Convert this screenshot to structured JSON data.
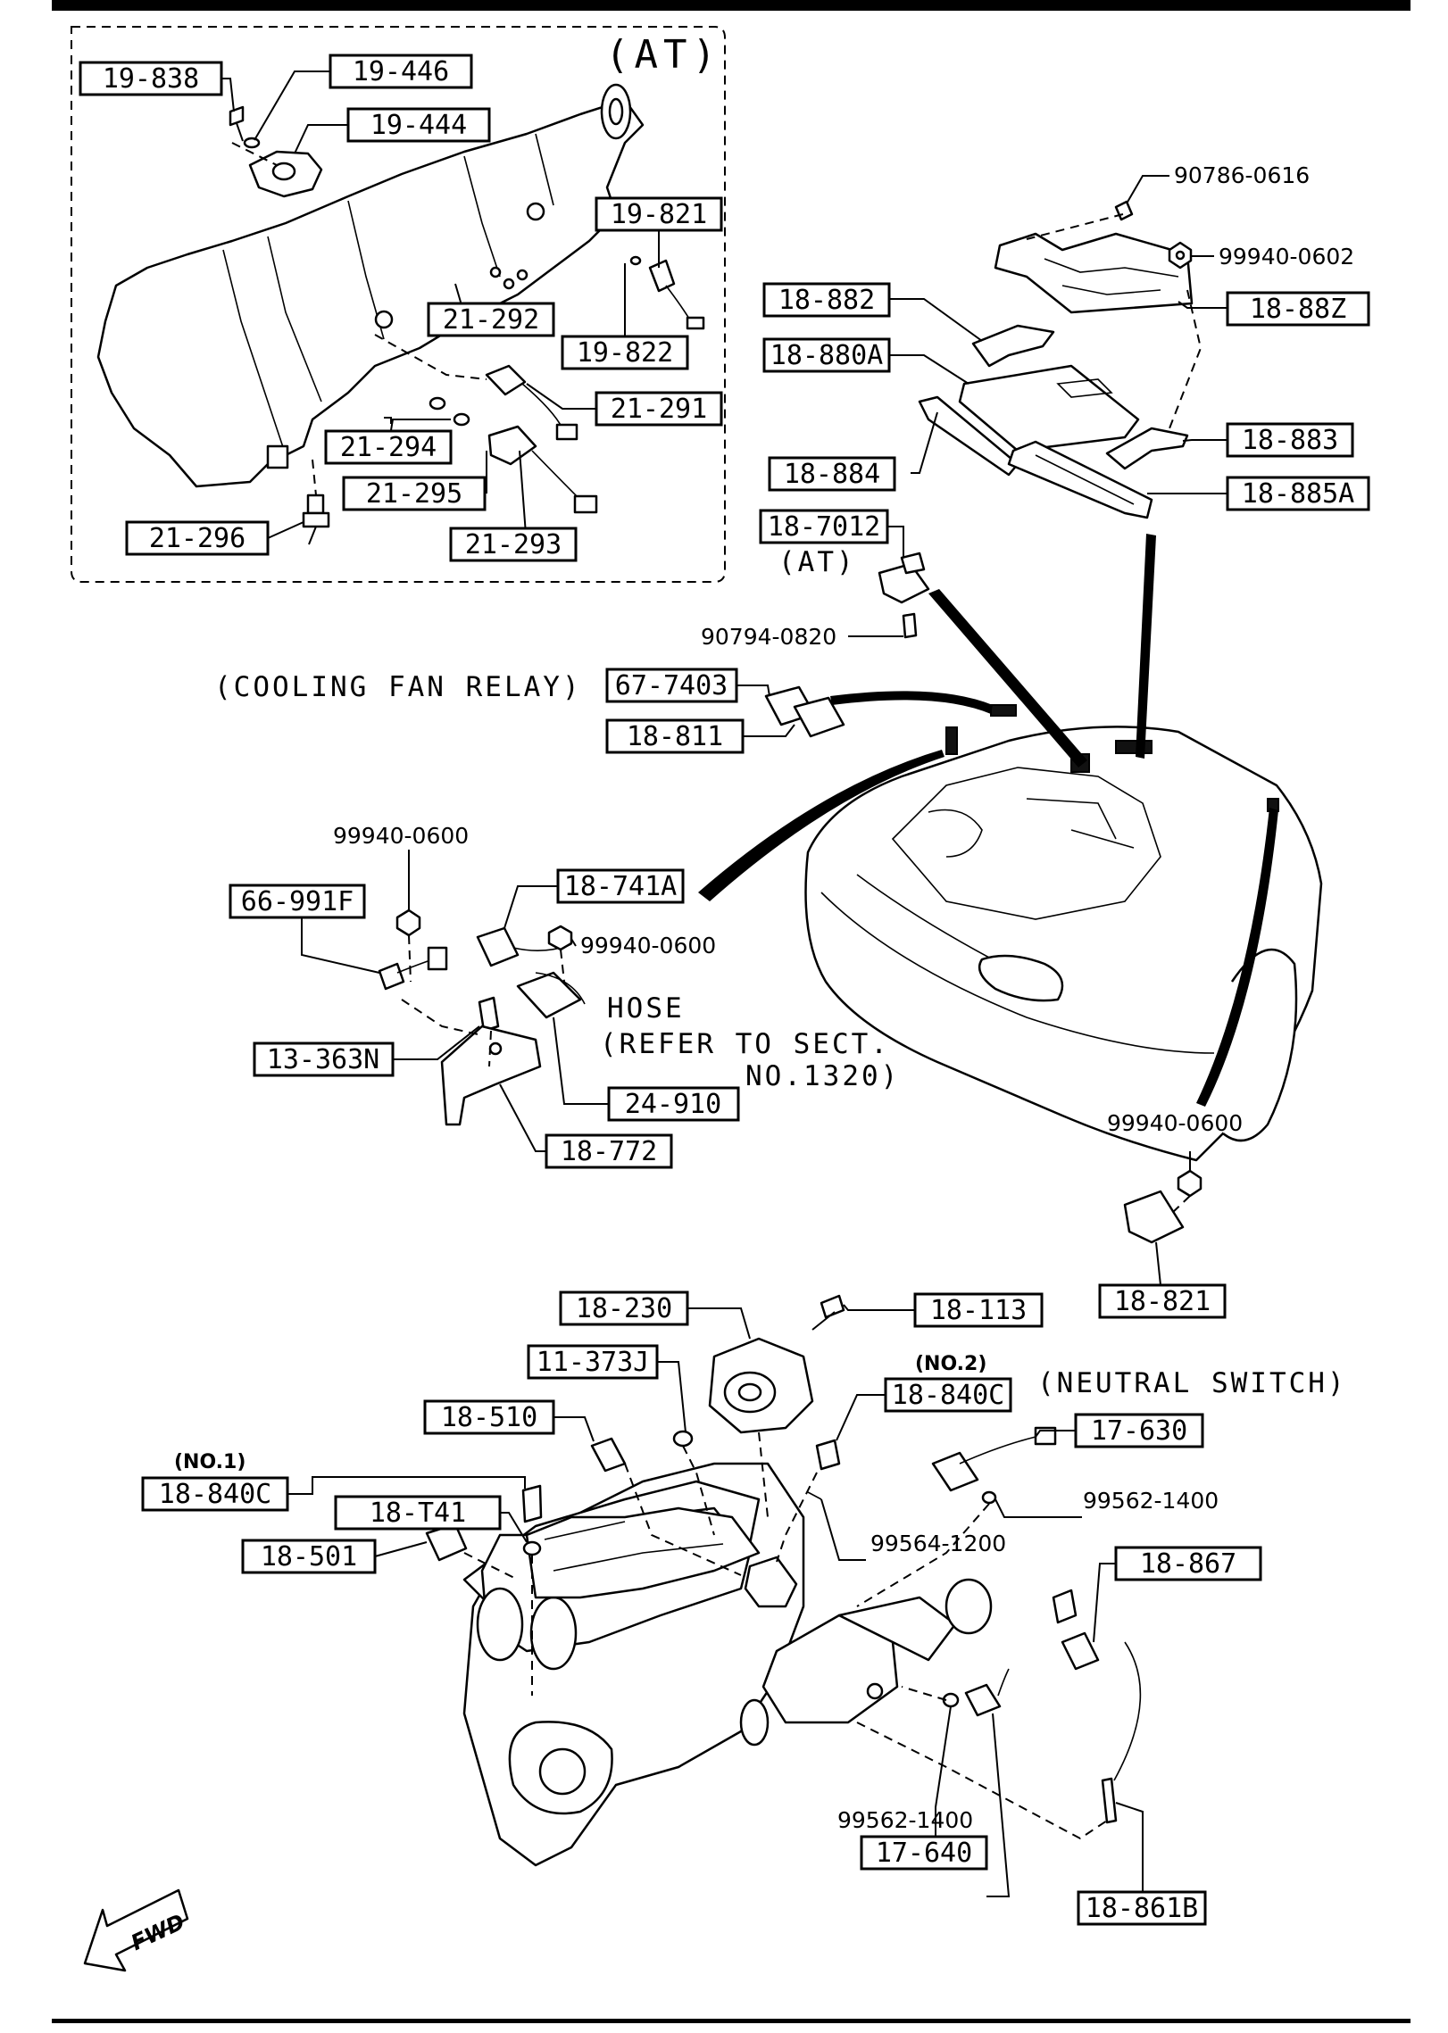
{
  "callouts": [
    {
      "id": "c-19-838",
      "label": "19-838"
    },
    {
      "id": "c-19-446",
      "label": "19-446"
    },
    {
      "id": "c-19-444",
      "label": "19-444"
    },
    {
      "id": "c-19-821",
      "label": "19-821"
    },
    {
      "id": "c-21-292",
      "label": "21-292"
    },
    {
      "id": "c-19-822",
      "label": "19-822"
    },
    {
      "id": "c-21-291",
      "label": "21-291"
    },
    {
      "id": "c-21-294",
      "label": "21-294"
    },
    {
      "id": "c-21-295",
      "label": "21-295"
    },
    {
      "id": "c-21-296",
      "label": "21-296"
    },
    {
      "id": "c-21-293",
      "label": "21-293"
    },
    {
      "id": "c-18-882",
      "label": "18-882"
    },
    {
      "id": "c-18-88Z",
      "label": "18-88Z"
    },
    {
      "id": "c-18-880A",
      "label": "18-880A"
    },
    {
      "id": "c-18-883",
      "label": "18-883"
    },
    {
      "id": "c-18-884",
      "label": "18-884"
    },
    {
      "id": "c-18-885A",
      "label": "18-885A"
    },
    {
      "id": "c-18-7012",
      "label": "18-7012"
    },
    {
      "id": "c-67-7403",
      "label": "67-7403"
    },
    {
      "id": "c-18-811",
      "label": "18-811"
    },
    {
      "id": "c-66-991F",
      "label": "66-991F"
    },
    {
      "id": "c-18-741A",
      "label": "18-741A"
    },
    {
      "id": "c-13-363N",
      "label": "13-363N"
    },
    {
      "id": "c-24-910",
      "label": "24-910"
    },
    {
      "id": "c-18-772",
      "label": "18-772"
    },
    {
      "id": "c-18-821",
      "label": "18-821"
    },
    {
      "id": "c-18-230",
      "label": "18-230"
    },
    {
      "id": "c-18-113",
      "label": "18-113"
    },
    {
      "id": "c-11-373J",
      "label": "11-373J"
    },
    {
      "id": "c-18-840C-2",
      "label": "18-840C"
    },
    {
      "id": "c-18-510",
      "label": "18-510"
    },
    {
      "id": "c-17-630",
      "label": "17-630"
    },
    {
      "id": "c-18-840C-1",
      "label": "18-840C"
    },
    {
      "id": "c-18-T41",
      "label": "18-T41"
    },
    {
      "id": "c-18-501",
      "label": "18-501"
    },
    {
      "id": "c-18-867",
      "label": "18-867"
    },
    {
      "id": "c-17-640",
      "label": "17-640"
    },
    {
      "id": "c-18-861B",
      "label": "18-861B"
    }
  ],
  "part_numbers": [
    {
      "id": "p-90786-0616",
      "label": "90786-0616"
    },
    {
      "id": "p-99940-0602",
      "label": "99940-0602"
    },
    {
      "id": "p-90794-0820",
      "label": "90794-0820"
    },
    {
      "id": "p-99940-0600-a",
      "label": "99940-0600"
    },
    {
      "id": "p-99940-0600-b",
      "label": "99940-0600"
    },
    {
      "id": "p-99940-0600-c",
      "label": "99940-0600"
    },
    {
      "id": "p-99562-1400-a",
      "label": "99562-1400"
    },
    {
      "id": "p-99564-1200",
      "label": "99564-1200"
    },
    {
      "id": "p-99562-1400-b",
      "label": "99562-1400"
    }
  ],
  "notes": {
    "at_top": "(AT)",
    "at_relay": "(AT)",
    "cooling_fan_relay": "(COOLING FAN RELAY)",
    "hose": "HOSE",
    "refer_line1": "(REFER TO SECT.",
    "refer_line2": "NO.1320)",
    "neutral_switch": "(NEUTRAL SWITCH)",
    "no1": "(NO.1)",
    "no2": "(NO.2)",
    "fwd": "FWD"
  }
}
